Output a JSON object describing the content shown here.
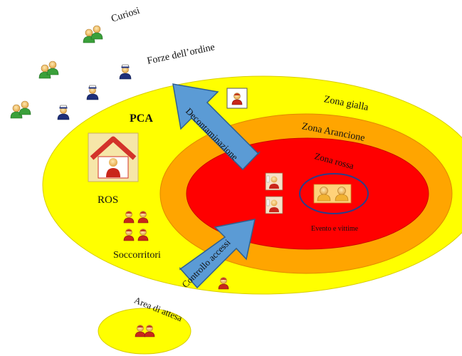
{
  "zones": {
    "yellow": {
      "label": "Zona gialla",
      "color": "#ffff00"
    },
    "orange": {
      "label": "Zona Arancione",
      "color": "#ffa500"
    },
    "red": {
      "label": "Zona rossa",
      "color": "#ff0000"
    },
    "waiting": {
      "label": "Area di attesa",
      "color": "#ffff00"
    }
  },
  "labels": {
    "curiosi": "Curiosi",
    "forze": "Forze dell’ordine",
    "pca": "PCA",
    "ros": "ROS",
    "soccorritori": "Soccorritori",
    "evento": "Evento e vittime"
  },
  "arrows": {
    "decontaminazione": "Decontaminazione",
    "controllo": "Controllo accessi",
    "color": "#5b9bd5"
  }
}
